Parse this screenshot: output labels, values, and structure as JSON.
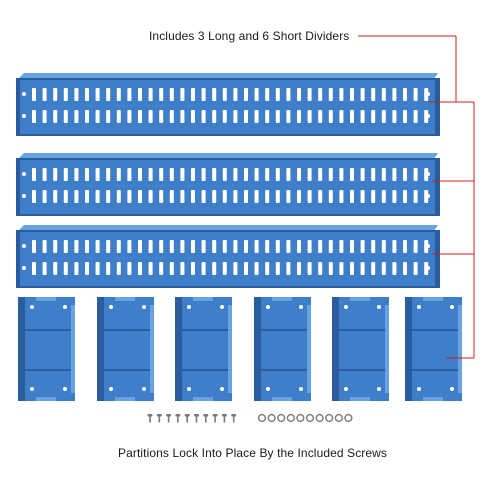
{
  "captions": {
    "top": "Includes 3 Long and 6 Short Dividers",
    "bottom": "Partitions Lock Into Place By the Included Screws"
  },
  "colors": {
    "divider_blue": "#3f7fc9",
    "divider_blue_dark": "#2a5c9e",
    "divider_blue_light": "#6aa3e3",
    "slot_white": "#ffffff",
    "callout_red": "#cc1f1f",
    "screw_gray": "#7a7a7a"
  },
  "product": {
    "long_dividers": 3,
    "short_dividers": 6,
    "screws": 10,
    "washers": 10
  }
}
